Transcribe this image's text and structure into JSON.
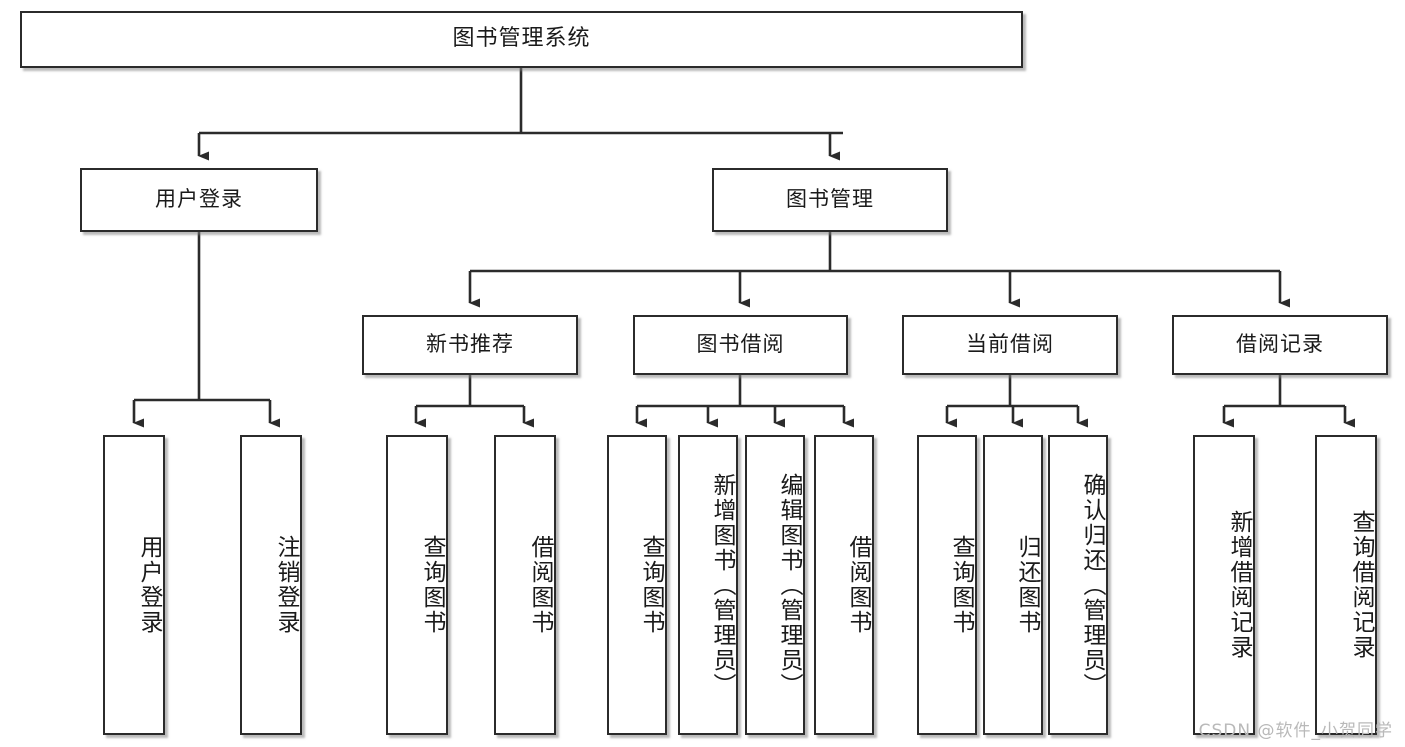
{
  "diagram": {
    "type": "tree",
    "title": "图书管理系统",
    "watermark": "CSDN @软件_小贺同学",
    "style": {
      "box_fill": "#ffffff",
      "box_stroke": "#2b2b2b",
      "edge_color": "#2b2b2b",
      "text_color": "#1a1a1a",
      "background": "#ffffff",
      "watermark_color": "#b9b9b9"
    },
    "nodes": {
      "root": {
        "label": "图书管理系统"
      },
      "level2": [
        {
          "label": "用户登录"
        },
        {
          "label": "图书管理"
        }
      ],
      "level3": [
        {
          "label": "新书推荐"
        },
        {
          "label": "图书借阅"
        },
        {
          "label": "当前借阅"
        },
        {
          "label": "借阅记录"
        }
      ],
      "leaves": {
        "user_login": [
          {
            "label": "用户登录"
          },
          {
            "label": "注销登录"
          }
        ],
        "new_book": [
          {
            "label": "查询图书"
          },
          {
            "label": "借阅图书"
          }
        ],
        "book_borrow": [
          {
            "label": "查询图书"
          },
          {
            "label": "新增图书（管理员）"
          },
          {
            "label": "编辑图书（管理员）"
          },
          {
            "label": "借阅图书"
          }
        ],
        "current_borrow": [
          {
            "label": "查询图书"
          },
          {
            "label": "归还图书"
          },
          {
            "label": "确认归还（管理员）"
          }
        ],
        "borrow_record": [
          {
            "label": "新增借阅记录"
          },
          {
            "label": "查询借阅记录"
          }
        ]
      }
    }
  }
}
